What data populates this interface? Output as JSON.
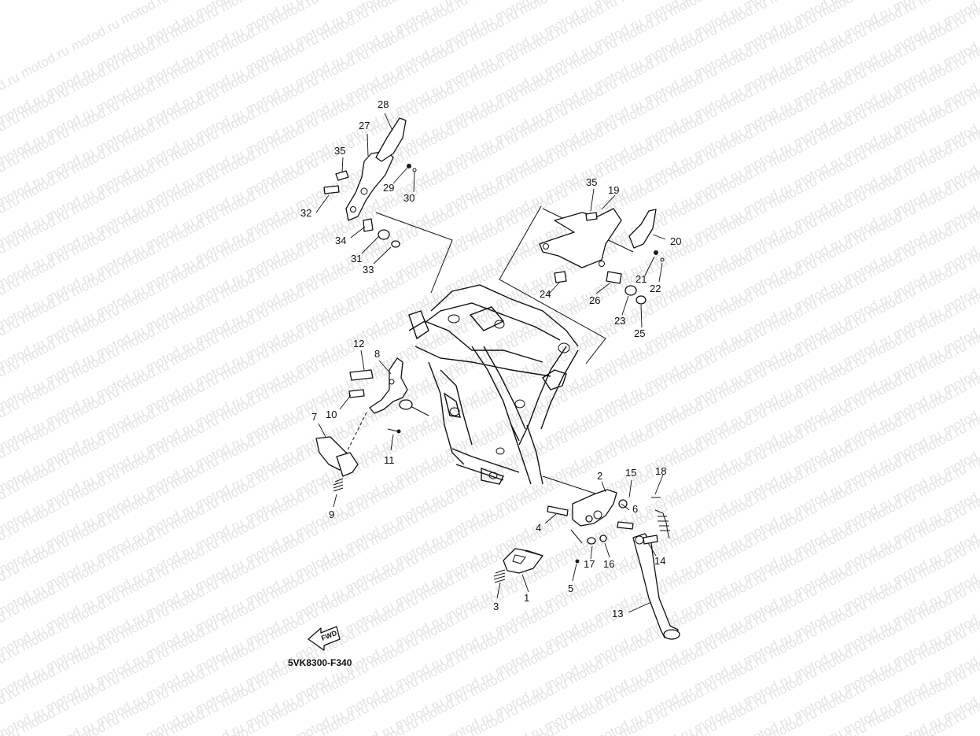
{
  "diagram": {
    "watermark_text": "motod.ru",
    "drawing_code": "5VK8300-F340",
    "fwd_arrow_label": "FWD",
    "callouts": [
      {
        "id": "1",
        "label": "1"
      },
      {
        "id": "2",
        "label": "2"
      },
      {
        "id": "3",
        "label": "3"
      },
      {
        "id": "4",
        "label": "4"
      },
      {
        "id": "5",
        "label": "5"
      },
      {
        "id": "6",
        "label": "6"
      },
      {
        "id": "7",
        "label": "7"
      },
      {
        "id": "8",
        "label": "8"
      },
      {
        "id": "9",
        "label": "9"
      },
      {
        "id": "10",
        "label": "10"
      },
      {
        "id": "11",
        "label": "11"
      },
      {
        "id": "12",
        "label": "12"
      },
      {
        "id": "13",
        "label": "13"
      },
      {
        "id": "14",
        "label": "14"
      },
      {
        "id": "15",
        "label": "15"
      },
      {
        "id": "16",
        "label": "16"
      },
      {
        "id": "17",
        "label": "17"
      },
      {
        "id": "18",
        "label": "18"
      },
      {
        "id": "19",
        "label": "19"
      },
      {
        "id": "20",
        "label": "20"
      },
      {
        "id": "21",
        "label": "21"
      },
      {
        "id": "22",
        "label": "22"
      },
      {
        "id": "23",
        "label": "23"
      },
      {
        "id": "24",
        "label": "24"
      },
      {
        "id": "25",
        "label": "25"
      },
      {
        "id": "26",
        "label": "26"
      },
      {
        "id": "27",
        "label": "27"
      },
      {
        "id": "28",
        "label": "28"
      },
      {
        "id": "29",
        "label": "29"
      },
      {
        "id": "30",
        "label": "30"
      },
      {
        "id": "31",
        "label": "31"
      },
      {
        "id": "32",
        "label": "32"
      },
      {
        "id": "33",
        "label": "33"
      },
      {
        "id": "34",
        "label": "34"
      },
      {
        "id": "35a",
        "label": "35"
      },
      {
        "id": "35b",
        "label": "35"
      }
    ]
  }
}
